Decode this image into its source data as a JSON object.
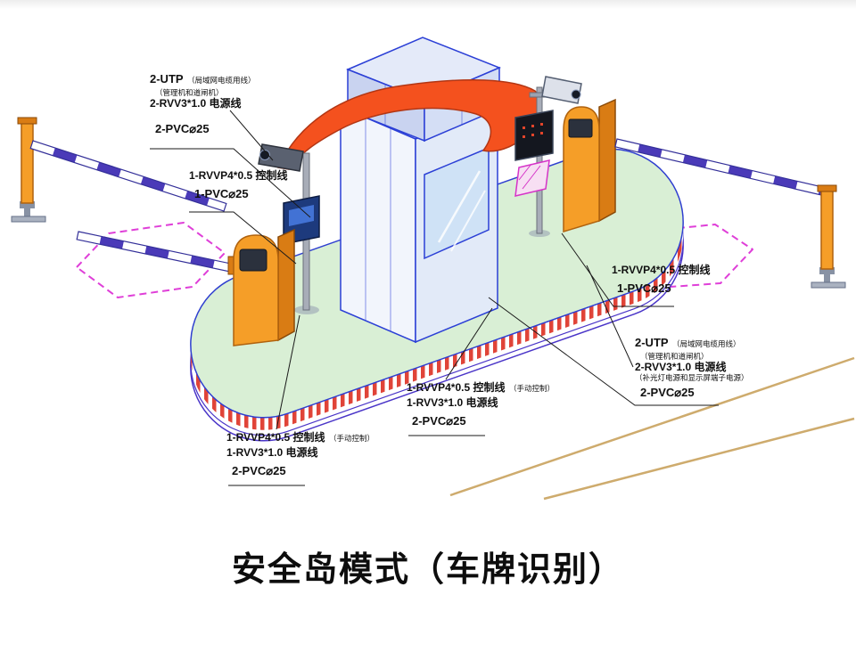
{
  "title": "安全岛模式（车牌识别）",
  "callouts": {
    "top_left": {
      "utp": "2-UTP",
      "utp_note": "（局域网电缆用线）",
      "note2": "（管理机和道闸机）",
      "power": "2-RVV3*1.0 电源线",
      "pvc": "2-PVC⌀25"
    },
    "left_mid": {
      "control": "1-RVVP4*0.5 控制线",
      "pvc": "1-PVC⌀25"
    },
    "right_mid": {
      "control": "1-RVVP4*0.5 控制线",
      "pvc": "1-PVC⌀25"
    },
    "right_lower": {
      "utp": "2-UTP",
      "utp_note": "（局域网电缆用线）",
      "note2": "（管理机和道闸机）",
      "power": "2-RVV3*1.0 电源线",
      "power_note": "（补光灯电源和显示屏端子电源）",
      "pvc": "2-PVC⌀25"
    },
    "center_bottom": {
      "control": "1-RVVP4*0.5 控制线",
      "control_note": "（手动控制）",
      "power": "1-RVV3*1.0 电源线",
      "pvc": "2-PVC⌀25"
    },
    "left_bottom": {
      "control": "1-RVVP4*0.5 控制线",
      "control_note": "（手动控制）",
      "power": "1-RVV3*1.0 电源线",
      "pvc": "2-PVC⌀25"
    }
  },
  "colors": {
    "outline": "#2b3fd6",
    "canopy": "#f4511e",
    "cabinet": "#f59e28",
    "cabinet_side": "#d97c14",
    "island_top": "#d9efd5",
    "stripe_red": "#e04438",
    "arm_stripe": "#4a3ab8",
    "loop": "#df3fd8",
    "road_line": "#c9a35e"
  }
}
